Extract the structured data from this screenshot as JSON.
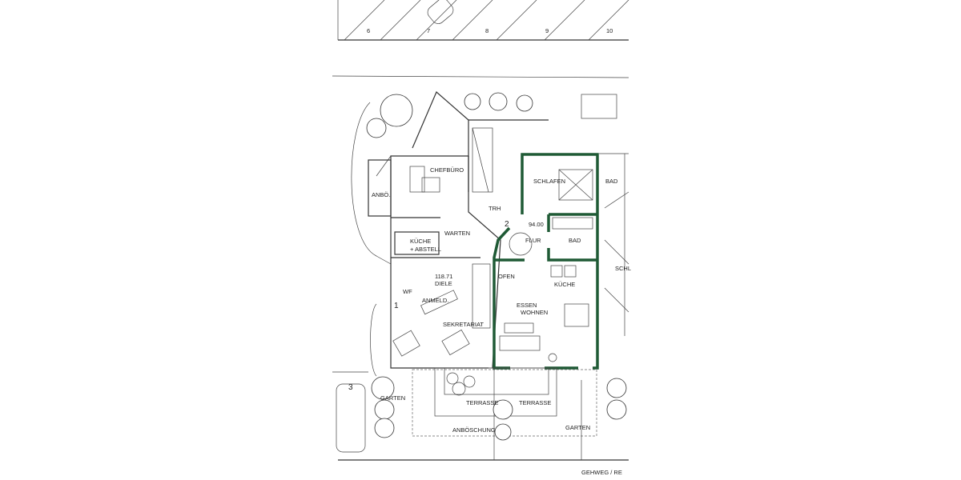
{
  "parking_top": [
    "6",
    "7",
    "8",
    "9",
    "10"
  ],
  "parking_left": "3",
  "unit_numbers": [
    "1",
    "2"
  ],
  "rooms": {
    "chefburo": "CHEFBÜRO",
    "anbo": "ANBÖ.",
    "kuche_abstell_1": "KÜCHE",
    "kuche_abstell_2": "+ ABSTELL",
    "warten": "WARTEN",
    "trh": "TRH",
    "schlafen": "SCHLAFEN",
    "bad": "BAD",
    "bad_right": "BAD",
    "flur": "FLUR",
    "ofen": "OFEN",
    "kuche": "KÜCHE",
    "essen": "ESSEN",
    "wohnen": "WOHNEN",
    "diele": "DIELE",
    "wf": "WF",
    "anmeld": "ANMELD.",
    "sekretariat": "SEKRETARIAT",
    "schl_right": "SCHL",
    "garten_left": "GARTEN",
    "garten_right": "GARTEN",
    "terrasse_left": "TERRASSE",
    "terrasse_right": "TERRASSE",
    "anboschung": "ANBÖSCHUNG",
    "gehweg": "GEHWEG  /  RE"
  },
  "levels": {
    "diele": "118.71",
    "flur": "94.00"
  },
  "colors": {
    "highlight": "#1f5a35",
    "lines": "#333333"
  }
}
